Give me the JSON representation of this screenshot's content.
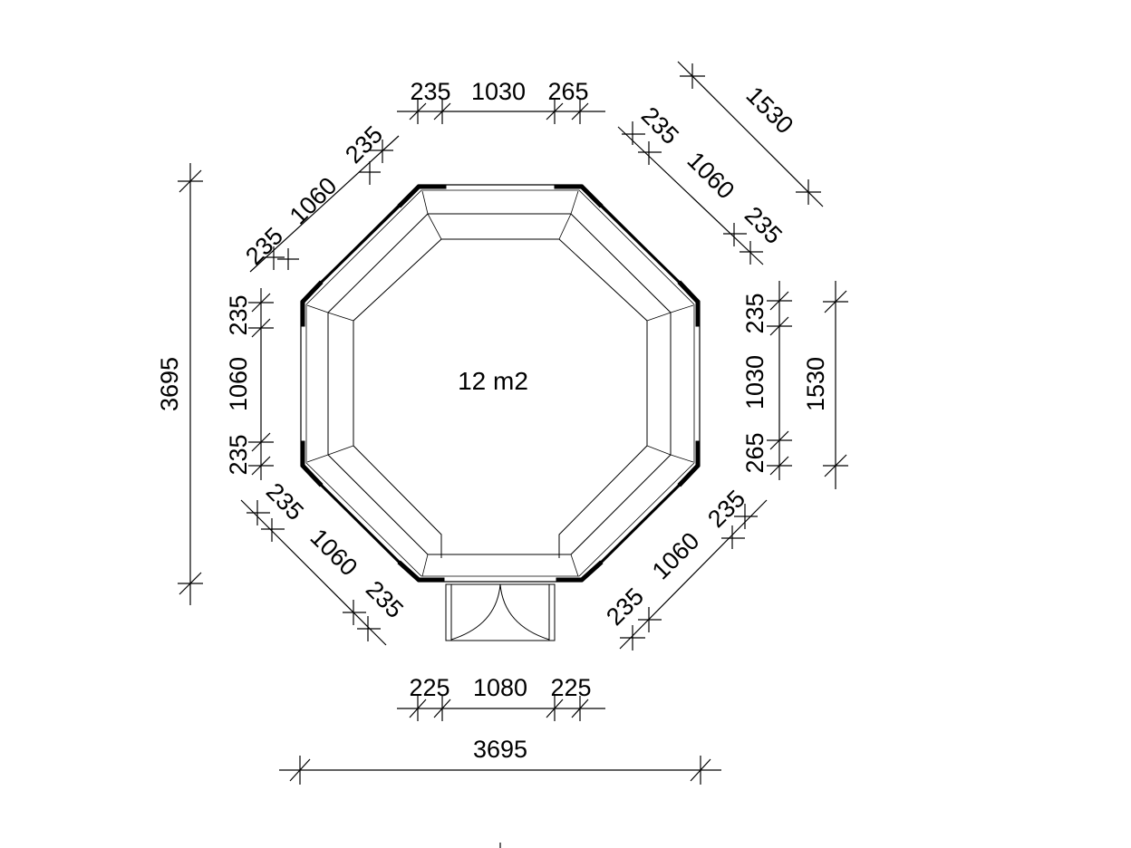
{
  "area_label": "12 m2",
  "dims": {
    "top_a": "235",
    "top_b": "1030",
    "top_c": "265",
    "ne_outer": "1530",
    "ne_a": "235",
    "ne_b": "1060",
    "ne_c": "235",
    "right_a": "235",
    "right_b": "1030",
    "right_c": "265",
    "right_outer": "1530",
    "se_a": "235",
    "se_b": "1060",
    "se_c": "235",
    "bottom_a": "225",
    "bottom_b": "1080",
    "bottom_c": "225",
    "bottom_total": "3695",
    "sw_a": "235",
    "sw_b": "1060",
    "sw_c": "235",
    "left_a": "235",
    "left_b": "1060",
    "left_c": "235",
    "left_total": "3695",
    "nw_a": "235",
    "nw_b": "1060",
    "nw_c": "235"
  }
}
